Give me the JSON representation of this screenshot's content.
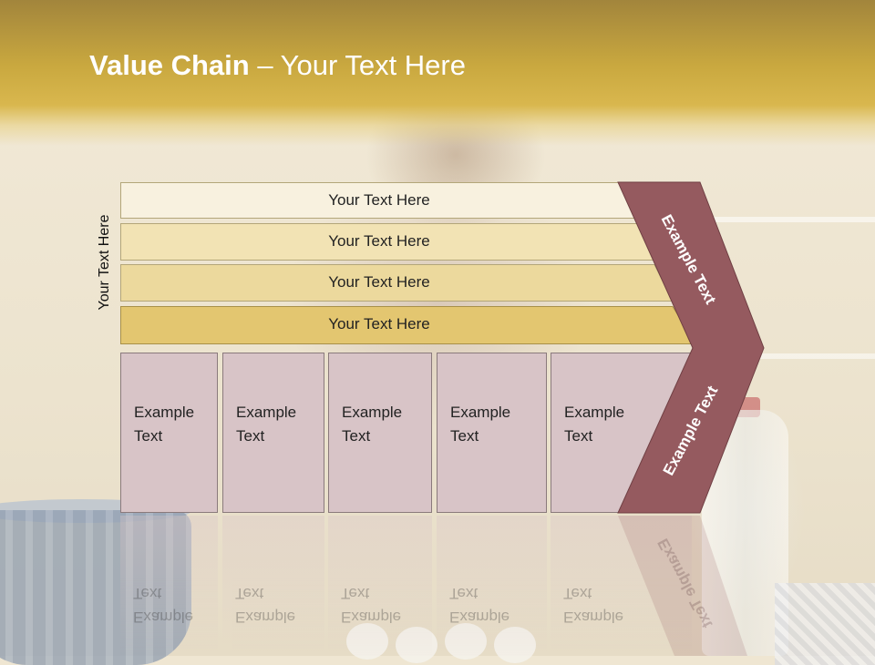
{
  "title": {
    "bold": "Value Chain",
    "rest": " – Your Text Here"
  },
  "side_label": "Your Text Here",
  "bars": [
    {
      "label": "Your Text Here",
      "fill": "#f8f1df",
      "stroke": "#b3a679"
    },
    {
      "label": "Your Text Here",
      "fill": "#f2e3b4",
      "stroke": "#b3a679"
    },
    {
      "label": "Your Text Here",
      "fill": "#ecd99d",
      "stroke": "#b3a679"
    },
    {
      "label": "Your Text Here",
      "fill": "#e3c670",
      "stroke": "#a89049"
    }
  ],
  "columns": [
    {
      "line1": "Example",
      "line2": "Text"
    },
    {
      "line1": "Example",
      "line2": "Text"
    },
    {
      "line1": "Example",
      "line2": "Text"
    },
    {
      "line1": "Example",
      "line2": "Text"
    },
    {
      "line1": "Example",
      "line2": "Text"
    }
  ],
  "chevron": {
    "upper_label": "Example Text",
    "lower_label": "Example Text",
    "fill": "#955a5f"
  },
  "colors": {
    "header": "#c9a83f",
    "column_fill": "#d8c4c7"
  }
}
